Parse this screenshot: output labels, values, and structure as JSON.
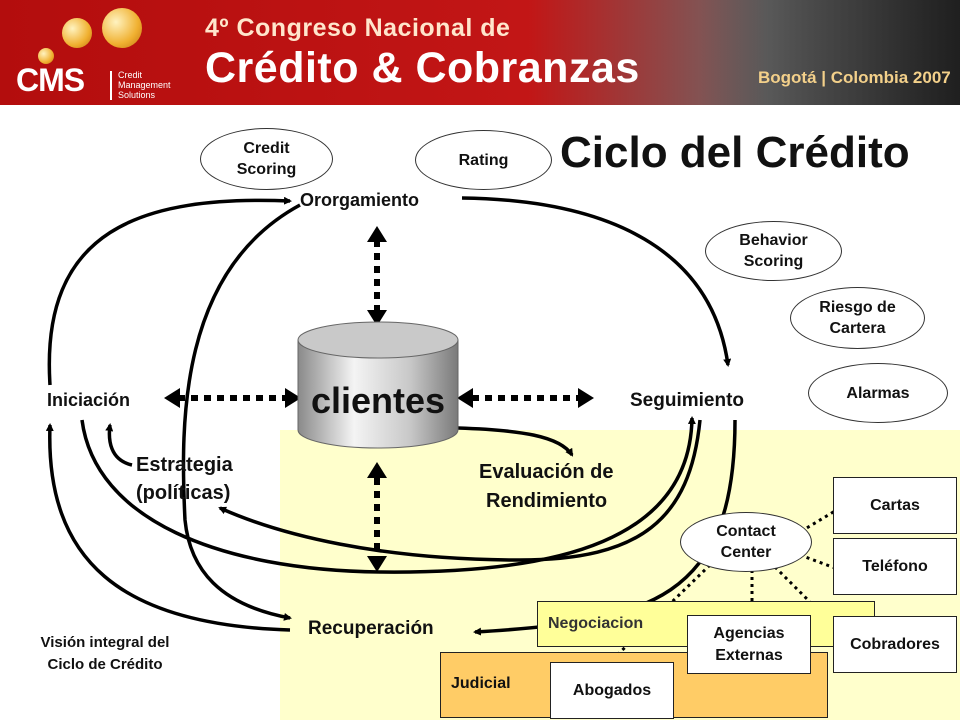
{
  "banner": {
    "title_line1": "4º Congreso Nacional de",
    "title_line2": "Crédito & Cobranzas",
    "location": "Bogotá | Colombia 2007",
    "logo_text": "CMS",
    "logo_sub": "Credit Management Solutions"
  },
  "title": "Ciclo del Crédito",
  "center": "clientes",
  "nodes": {
    "otorgamiento": "Ororgamiento",
    "iniciacion": "Iniciación",
    "seguimiento": "Seguimiento",
    "recuperacion": "Recuperación",
    "estrategia_1": "Estrategia",
    "estrategia_2": "(políticas)",
    "evaluacion_1": "Evaluación de",
    "evaluacion_2": "Rendimiento"
  },
  "ovals": {
    "credit_scoring_1": "Credit",
    "credit_scoring_2": "Scoring",
    "rating": "Rating",
    "behavior_1": "Behavior",
    "behavior_2": "Scoring",
    "riesgo_1": "Riesgo de",
    "riesgo_2": "Cartera",
    "alarmas": "Alarmas",
    "contact_1": "Contact",
    "contact_2": "Center"
  },
  "boxes": {
    "negociacion": "Negociacion",
    "judicial": "Judicial",
    "agencias_1": "Agencias",
    "agencias_2": "Externas",
    "abogados": "Abogados",
    "cartas": "Cartas",
    "telefono": "Teléfono",
    "cobradores": "Cobradores"
  },
  "footer": {
    "vision_1": "Visión integral del",
    "vision_2": "Ciclo de Crédito"
  },
  "colors": {
    "banner_red": "#c21616",
    "highlight_yellow": "#ffffcc",
    "box_orange": "#ffcc66",
    "box_yellow": "#ffff99"
  }
}
